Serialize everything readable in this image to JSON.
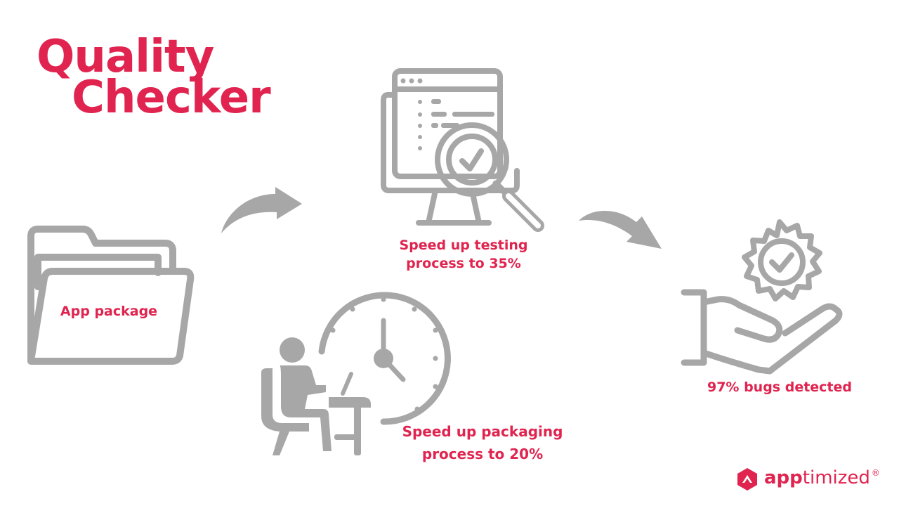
{
  "title": {
    "line1": "Quality",
    "line2": "Checker"
  },
  "steps": {
    "app_package": "App package",
    "packaging": {
      "line1": "Speed up packaging",
      "line2": "process to 20%"
    },
    "testing": {
      "line1": "Speed up testing",
      "line2": "process to 35%"
    },
    "bugs": "97% bugs detected"
  },
  "brand": {
    "bold": "app",
    "rest": "timized",
    "mark": "®"
  },
  "colors": {
    "accent": "#e0244f",
    "icon_gray": "#a7a7a7"
  },
  "icons": [
    "folder-icon",
    "curved-arrow-icon",
    "monitor-magnifier-check-icon",
    "clock-icon",
    "person-at-desk-icon",
    "badge-check-icon",
    "open-hand-icon",
    "apptimized-logo-icon"
  ]
}
